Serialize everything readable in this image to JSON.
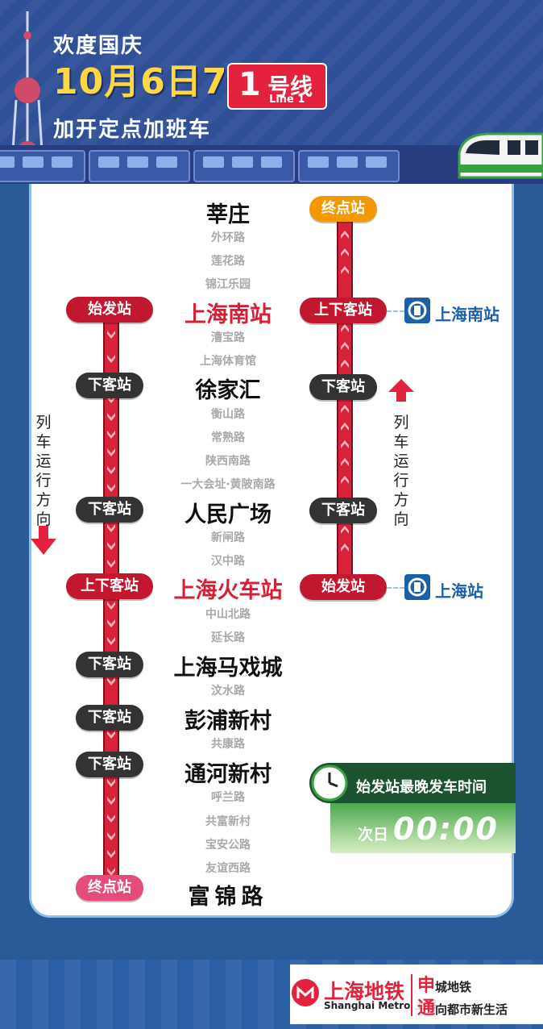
{
  "header": {
    "line1": "欢度国庆",
    "line2": "10月6日7日",
    "line3": "加开定点加班车",
    "line_badge_num": "1",
    "line_badge_zh": "号线",
    "line_badge_en": "Line 1"
  },
  "tags": {
    "start": "始发站",
    "alight": "下客站",
    "board_alight": "上下客站",
    "terminal": "终点站"
  },
  "stations": {
    "s0": "莘庄",
    "s1": "外环路",
    "s2": "莲花路",
    "s3": "锦江乐园",
    "s4": "上海南站",
    "s5": "漕宝路",
    "s6": "上海体育馆",
    "s7": "徐家汇",
    "s8": "衡山路",
    "s9": "常熟路",
    "s10": "陕西南路",
    "s11": "一大会址·黄陂南路",
    "s12": "人民广场",
    "s13": "新闸路",
    "s14": "汉中路",
    "s15": "上海火车站",
    "s16": "中山北路",
    "s17": "延长路",
    "s18": "上海马戏城",
    "s19": "汶水路",
    "s20": "彭浦新村",
    "s21": "共康路",
    "s22": "通河新村",
    "s23": "呼兰路",
    "s24": "共富新村",
    "s25": "宝安公路",
    "s26": "友谊西路",
    "s27": "富锦路"
  },
  "direction_text": "列车运行方向",
  "rail_links": {
    "south": "上海南站",
    "main": "上海站"
  },
  "last_train": {
    "label": "始发站最晚发车时间",
    "day": "次日",
    "time": "00:00"
  },
  "footer": {
    "brand_zh": "上海地铁",
    "brand_en": "Shanghai Metro",
    "slogan_a_big": "申",
    "slogan_a_rest": "城地铁",
    "slogan_b_big": "通",
    "slogan_b_rest": "向都市新生活",
    "ghost": "上海"
  },
  "colors": {
    "primary_red": "#d81e34",
    "header_blue": "#2f4f97",
    "title_yellow": "#ffd743",
    "clock_green": "#1c5230"
  }
}
